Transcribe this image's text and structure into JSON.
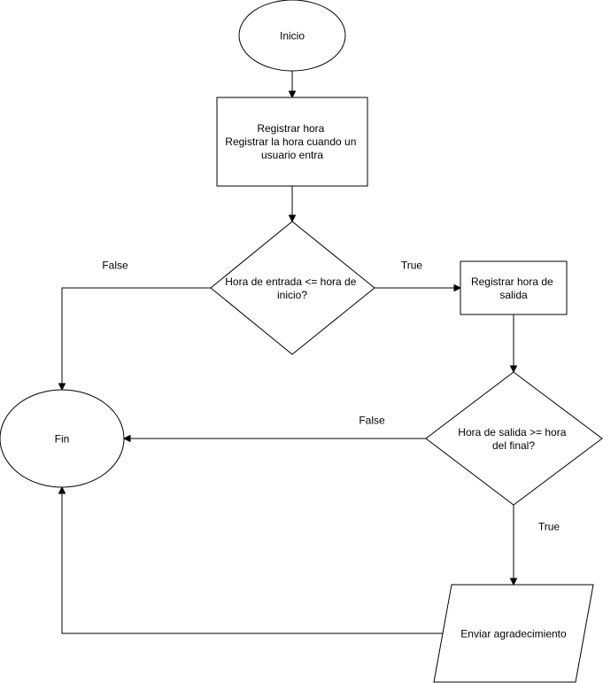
{
  "nodes": {
    "inicio": {
      "lines": [
        "Inicio"
      ]
    },
    "registrar_hora": {
      "lines": [
        "Registrar hora",
        "Registrar la hora cuando un",
        "usuario entra"
      ]
    },
    "decision_entrada": {
      "lines": [
        "Hora de entrada <= hora de",
        "inicio?"
      ]
    },
    "registrar_salida": {
      "lines": [
        "Registrar hora de",
        "salida"
      ]
    },
    "decision_salida": {
      "lines": [
        "Hora de salida >= hora",
        "del final?"
      ]
    },
    "fin": {
      "lines": [
        "Fin"
      ]
    },
    "enviar": {
      "lines": [
        "Enviar agradecimiento"
      ]
    }
  },
  "edge_labels": {
    "entrada_false": "False",
    "entrada_true": "True",
    "salida_false": "False",
    "salida_true": "True"
  }
}
